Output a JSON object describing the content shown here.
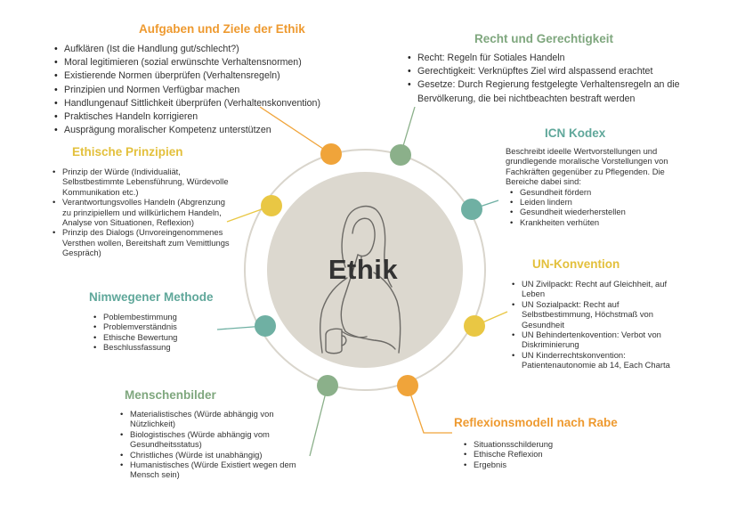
{
  "center": {
    "label": "Ethik"
  },
  "colors": {
    "orange": "#f0a43a",
    "green": "#8bb08a",
    "yellow": "#e9c744",
    "teal": "#6fb0a3",
    "center_fill": "#dcd8cf",
    "ring": "#d9d5cc"
  },
  "sections": {
    "aufgaben": {
      "title": "Aufgaben und Ziele der Ethik",
      "items": [
        "Aufklären (Ist die Handlung gut/schlecht?)",
        "Moral legitimieren (sozial erwünschte Verhaltensnormen)",
        "Existierende Normen überprüfen (Verhaltensregeln)",
        "Prinzipien und Normen Verfügbar machen",
        "Handlungenauf Sittlichkeit überprüfen (Verhaltenskonvention)",
        "Praktisches Handeln korrigieren",
        "Ausprägung moralischer Kompetenz unterstützen"
      ]
    },
    "recht": {
      "title": "Recht und Gerechtigkeit",
      "items": [
        "Recht: Regeln für Sotiales Handeln",
        "Gerechtigkeit: Verknüpftes Ziel wird alspassend erachtet",
        "Gesetze: Durch Regierung festgelegte Verhaltensregeln an die Bervölkerung, die bei nichtbeachten bestraft werden"
      ]
    },
    "prinzipien": {
      "title": "Ethische Prinzipien",
      "items": [
        "Prinzip der Würde (Individualiät, Selbstbestimmte Lebensführung, Würdevolle Kommunikation etc.)",
        "Verantwortungsvolles Handeln (Abgrenzung zu prinzipiellem und willkürlichem Handeln, Analyse von Situationen, Reflexion)",
        "Prinzip des Dialogs (Unvoreingenommenes Versthen wollen, Bereitshaft zum Vemittlungs Gespräch)"
      ]
    },
    "icn": {
      "title": "ICN Kodex",
      "description": "Beschreibt ideelle Wertvorstellungen und grundlegende moralische Vorstellungen von Fachkräften gegenüber zu Pflegenden. Die Bereiche dabei sind:",
      "items": [
        "Gesundheit fördern",
        "Leiden lindern",
        "Gesundheit wiederherstellen",
        "Krankheiten verhüten"
      ]
    },
    "nimwegener": {
      "title": "Nimwegener Methode",
      "items": [
        "Poblembestimmung",
        "Problemverständnis",
        "Ethische Bewertung",
        " Beschlussfassung"
      ]
    },
    "un": {
      "title": "UN-Konvention",
      "items": [
        "UN Zivilpackt: Recht auf Gleichheit, auf Leben",
        "UN Sozialpackt: Recht auf Selbstbestimmung, Höchstmaß von Gesundheit",
        "UN Behindertenkovention:  Verbot von Diskriminierung",
        "UN Kinderrechtskonvention: Patientenautonomie ab 14, Each Charta"
      ]
    },
    "menschenbilder": {
      "title": "Menschenbilder",
      "items": [
        "Materialistisches (Würde abhängig von Nützlichkeit)",
        "Biologistisches (Würde abhängig vom Gesundheitsstatus)",
        "Christliches (Würde ist unabhängig)",
        "Humanistisches (Würde Existiert wegen dem Mensch sein)"
      ]
    },
    "reflexion": {
      "title": "Reflexionsmodell nach Rabe",
      "items": [
        "Situationsschilderung",
        "Ethische Reflexion",
        "Ergebnis"
      ]
    }
  }
}
